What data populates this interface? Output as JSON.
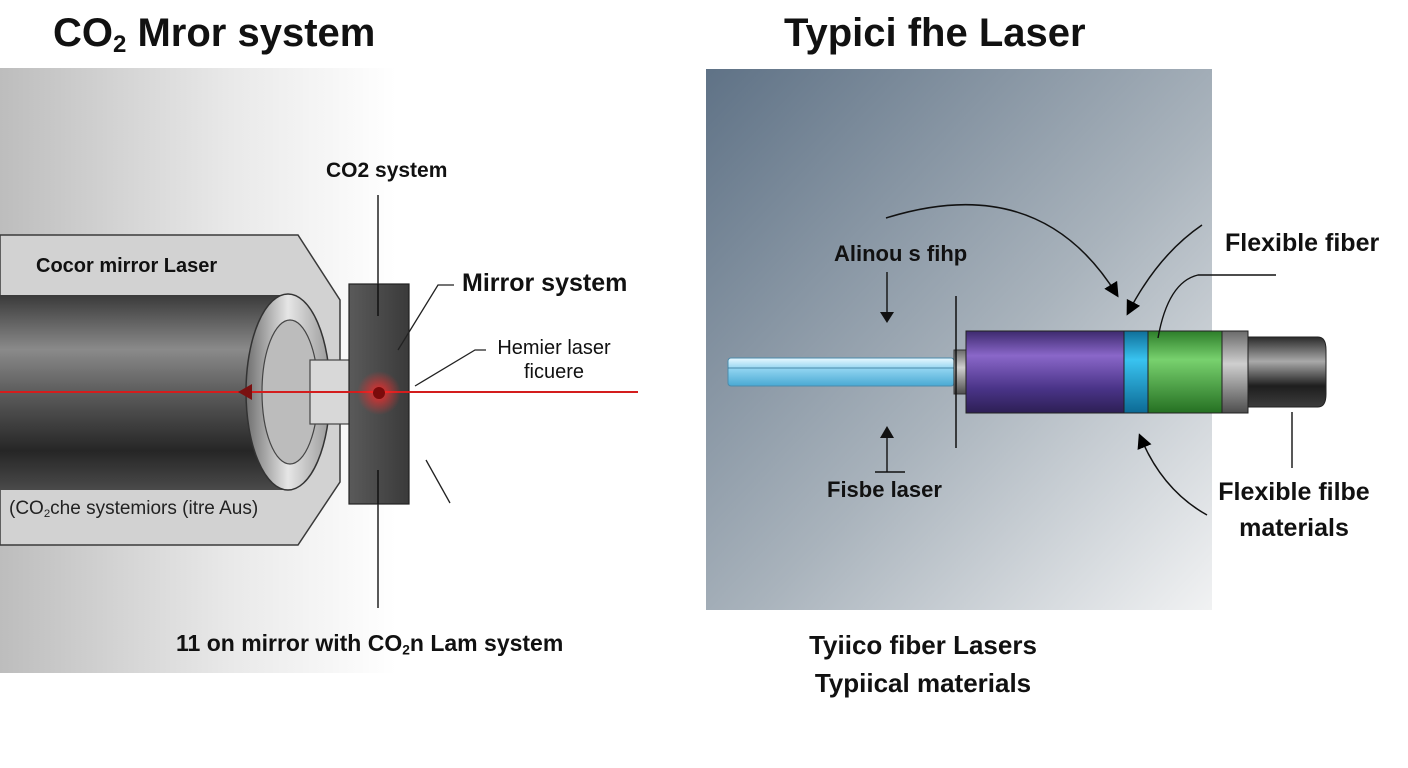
{
  "left": {
    "title": {
      "prefix": "CO",
      "sub": "2",
      "suffix": " Mror system"
    },
    "top_label": {
      "prefix": "CO",
      "sub": "2",
      "suffix": " system"
    },
    "tube_label": "Cocor mirror Laser",
    "mirror_label": "Mirror system",
    "callout_line1": "Hemier laser",
    "callout_line2": "ficuere",
    "inner_label": {
      "prefix": "(CO",
      "sub": "2",
      "suffix": "che systemiors (itre Aus)"
    },
    "caption": {
      "prefix": "11 on mirror with CO",
      "sub": "2",
      "suffix": "n Lam system"
    },
    "beam_color": "#d41d1d"
  },
  "right": {
    "title": "Typici fhe Laser",
    "upper_label": "Alinou s fihp",
    "lower_label": "Fisbe laser",
    "flex_fiber": "Flexible fiber",
    "flex_mat_line1": "Flexible filbe",
    "flex_mat_line2": "materials",
    "caption_line1": "Tyiico fiber Lasers",
    "caption_line2": "Typiical materials",
    "segment_colors": [
      "#5b3f9c",
      "#1aa6d6",
      "#3daa3a",
      "#2b2b2b"
    ]
  }
}
